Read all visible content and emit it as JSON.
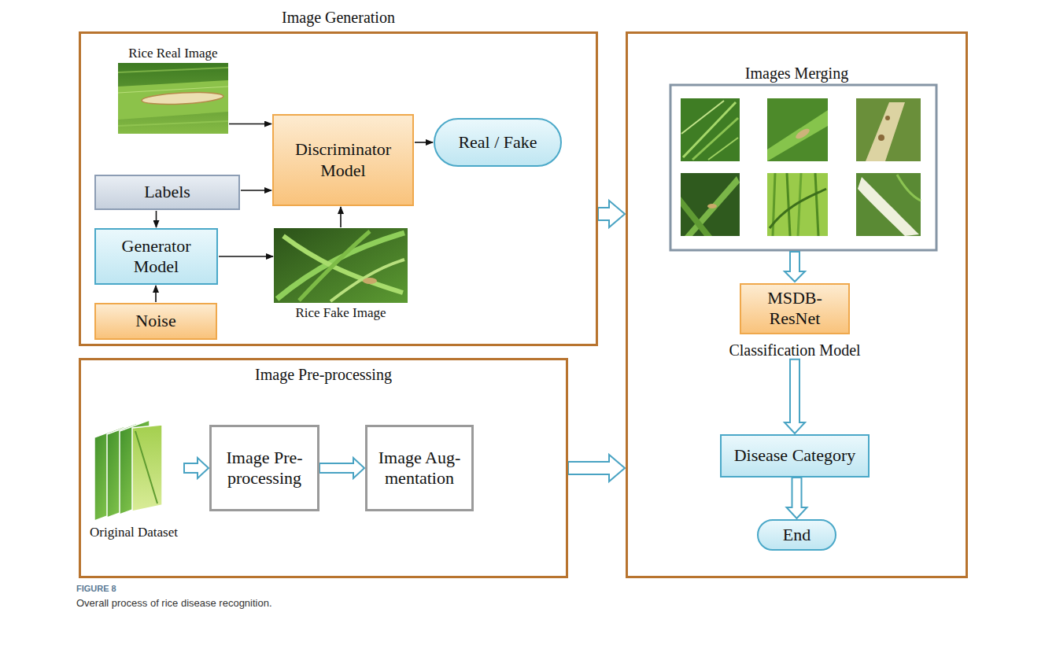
{
  "diagram": {
    "caption": "Overall process of rice disease recognition.",
    "nodes": [
      {
        "text": [
          "Image Generation"
        ]
      },
      {
        "text": [
          "Rice Real Image"
        ],
        "in": 0
      },
      {
        "text": [
          "Discriminator Model"
        ],
        "in": 0
      },
      {
        "text": [
          "Real / Fake"
        ],
        "in": 0
      },
      {
        "text": [
          "Labels"
        ],
        "in": 0
      },
      {
        "text": [
          "Generator Model"
        ],
        "in": 0
      },
      {
        "text": [
          "Rice Fake Image"
        ],
        "in": 0
      },
      {
        "text": [
          "Noise"
        ],
        "in": 0
      },
      {
        "text": [
          "Images Merging"
        ]
      },
      {
        "text": [
          "MSDB- ResNet",
          "Classification Model"
        ],
        "in": 8
      },
      {
        "text": [
          "Disease Category"
        ],
        "in": 8
      },
      {
        "text": [
          "End"
        ],
        "in": 8
      },
      {
        "text": [
          "Image Pre-processing"
        ]
      },
      {
        "text": [
          "Original Dataset"
        ],
        "in": 12
      },
      {
        "text": [
          "Image Pre- processing"
        ],
        "in": 12
      },
      {
        "text": [
          "Image Aug- mentation"
        ],
        "in": 12
      }
    ],
    "edges": [
      {
        "from": 1,
        "to": 2,
        "arrow": "to"
      },
      {
        "from": 4,
        "to": 2,
        "arrow": "to"
      },
      {
        "from": 2,
        "to": 3,
        "arrow": "to"
      },
      {
        "from": 4,
        "to": 5,
        "arrow": "to"
      },
      {
        "from": 7,
        "to": 5,
        "arrow": "to"
      },
      {
        "from": 5,
        "to": 6,
        "arrow": "to"
      },
      {
        "from": 6,
        "to": 2,
        "arrow": "to"
      },
      {
        "from": 0,
        "to": 8,
        "arrow": "to"
      },
      {
        "from": 12,
        "to": 8,
        "arrow": "to"
      },
      {
        "from": 13,
        "to": 14,
        "arrow": "to"
      },
      {
        "from": 14,
        "to": 15,
        "arrow": "to"
      },
      {
        "from": 9,
        "to": 10,
        "arrow": "to"
      },
      {
        "from": 10,
        "to": 11,
        "arrow": "to"
      }
    ],
    "labels": [
      "FIGURE 8"
    ]
  }
}
